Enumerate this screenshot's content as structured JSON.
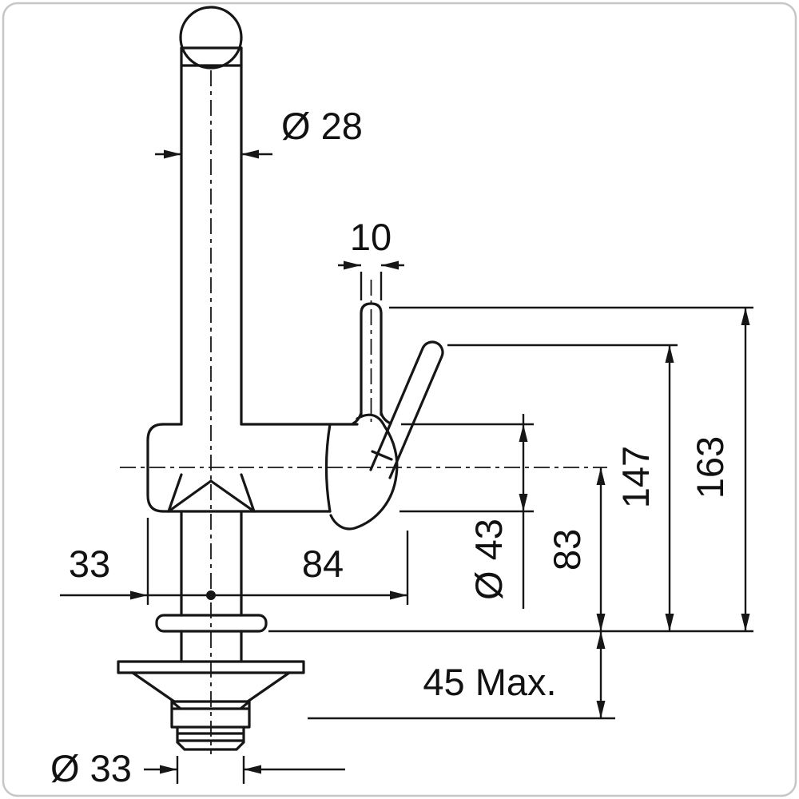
{
  "drawing": {
    "type": "technical-dimension-drawing",
    "subject": "kitchen mixer tap side elevation with installation dimensions",
    "labels": {
      "spout_diameter": "Ø 28",
      "lever_width": "10",
      "overall_height": "163",
      "lever_height": "147",
      "spout_axis_height": "83",
      "body_diameter": "Ø 43",
      "reach": "84",
      "rear_offset": "33",
      "deck_max": "45 Max.",
      "thread_diameter": "Ø 33"
    },
    "colors": {
      "line": "#161616",
      "background": "#ffffff",
      "border": "#c6c6c6"
    }
  }
}
